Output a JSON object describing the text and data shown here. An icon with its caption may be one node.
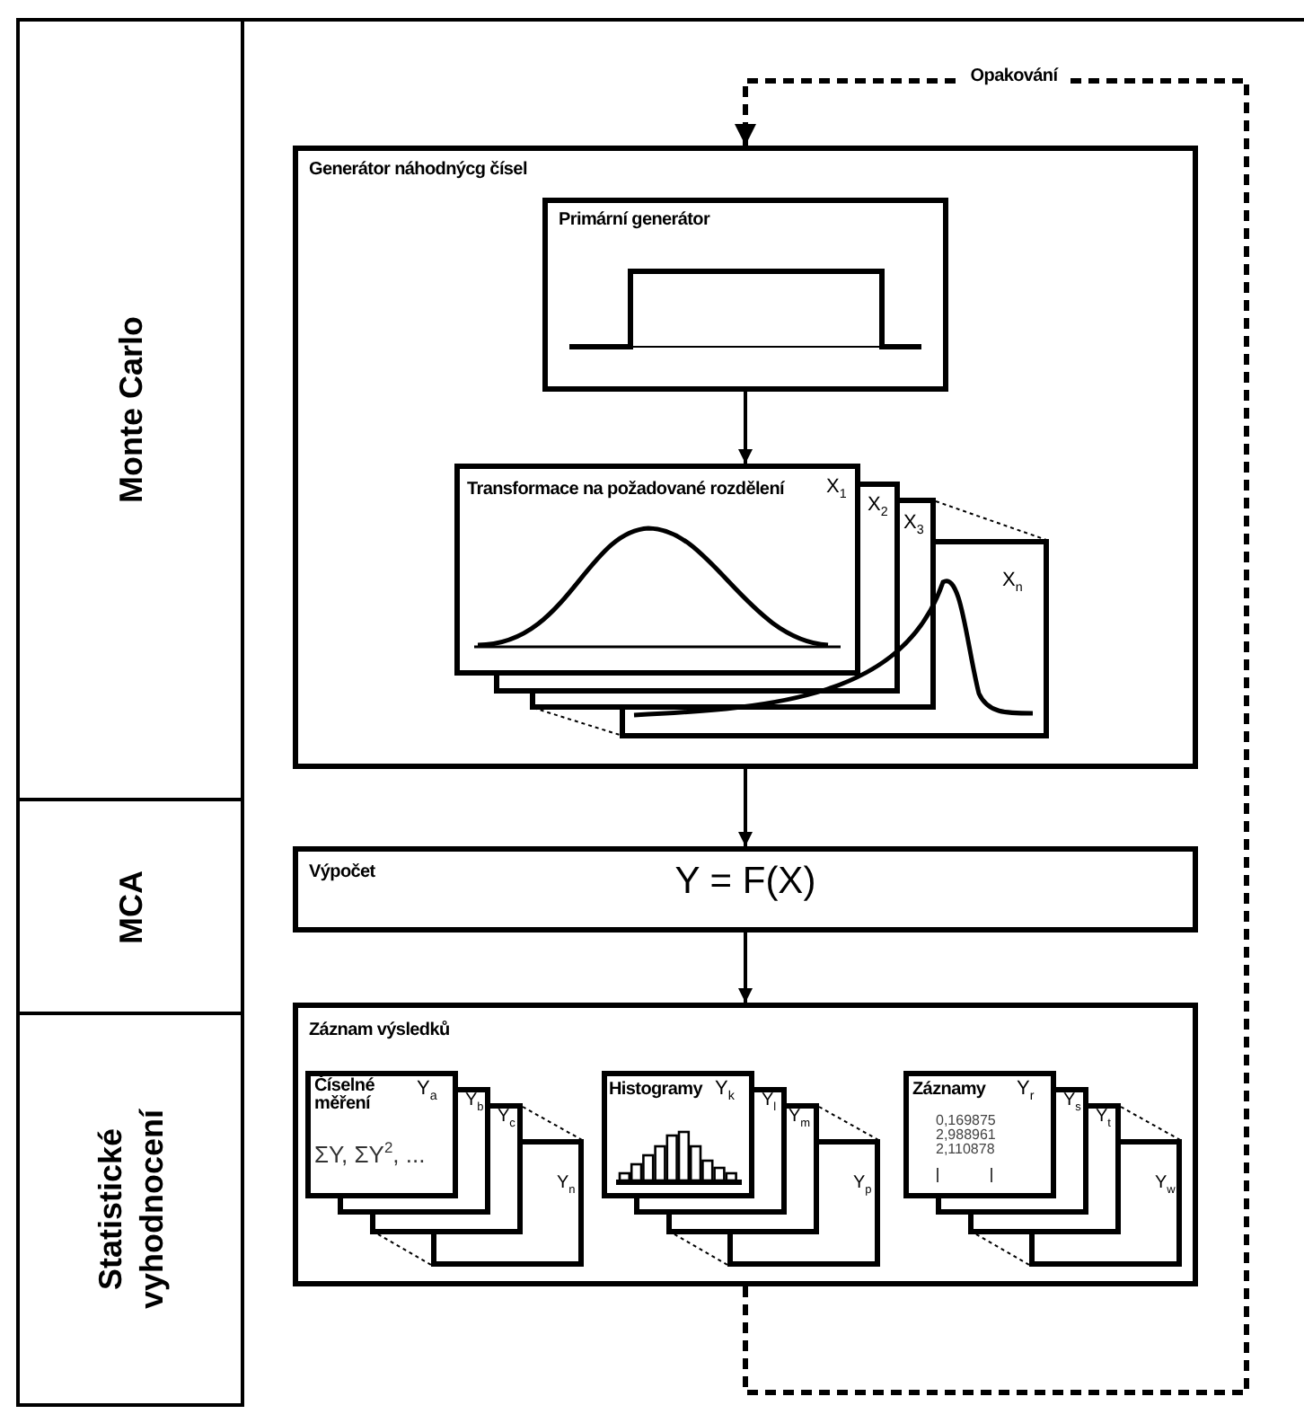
{
  "diagram": {
    "nodes": [
      {
        "text": [
          "Monte Carlo"
        ]
      },
      {
        "text": [
          "MCA"
        ]
      },
      {
        "text": [
          "Statistické vyhodnocení"
        ]
      },
      {
        "text": [
          "Generátor náhodnýcg čísel"
        ]
      },
      {
        "text": [
          "Primární generátor"
        ],
        "in": 3
      },
      {
        "text": [
          "Transformace na požadované rozdělení",
          "X$_{1}$",
          "X$_{2}$",
          "X$_{3}$",
          "X$_{n}$"
        ],
        "in": 3
      },
      {
        "text": [
          "Výpočet",
          "Y = F(X)"
        ]
      },
      {
        "text": [
          "Záznam výsledků"
        ]
      },
      {
        "text": [
          "Číselné měření",
          "Y$_{a}$",
          "Y$_{b}$",
          "Y$_{c}$",
          "ΣY, ΣY$^{2}$, ...",
          "Y$_{n}$"
        ],
        "in": 7
      },
      {
        "text": [
          "Histogramy",
          "Y$_{k}$",
          "Y$_{l}$",
          "Y$_{m}$",
          "Y$_{p}$"
        ],
        "in": 7
      },
      {
        "text": [
          "Záznamy",
          "Y$_{r}$",
          "Y$_{s}$",
          "Y$_{t}$",
          "0,169875",
          "2,988961",
          "2,110878",
          "Y$_{w}$"
        ],
        "in": 7
      }
    ],
    "edges": [
      {
        "from": 4,
        "to": 5,
        "arrow": "to"
      },
      {
        "from": 3,
        "to": 6,
        "arrow": "to"
      },
      {
        "from": 6,
        "to": 7,
        "arrow": "to"
      },
      {
        "from": 7,
        "to": 3,
        "arrow": "to",
        "label": "Opakování",
        "style": "dashed"
      }
    ]
  }
}
